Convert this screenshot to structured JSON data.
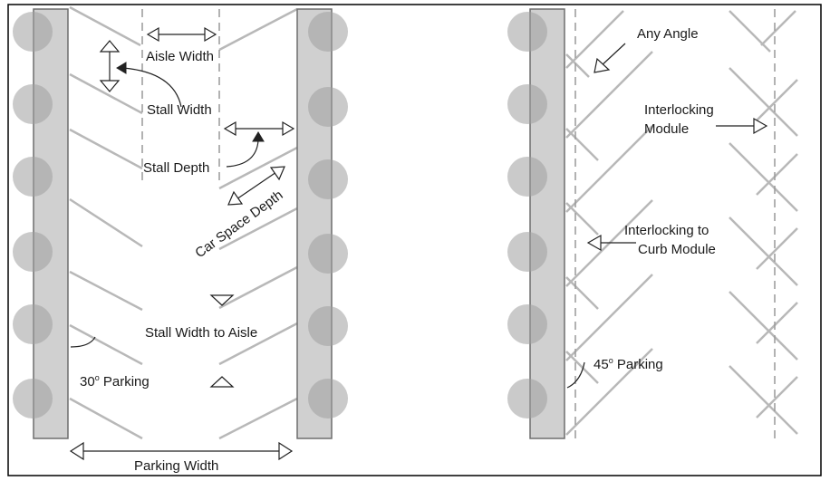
{
  "colors": {
    "frame": "#000000",
    "curb": "#d0d0d0",
    "stripe": "#b8b8b8",
    "bollard": "#9e9e9e"
  },
  "left_diagram": {
    "aisle_width": "Aisle Width",
    "stall_width": "Stall Width",
    "stall_depth": "Stall Depth",
    "car_space_depth": "Car Space Depth",
    "stall_width_to_aisle": "Stall Width to Aisle",
    "parking_angle": "30",
    "parking_angle_sup": "o",
    "parking_suffix": " Parking",
    "parking_width": "Parking Width"
  },
  "right_diagram": {
    "any_angle": "Any Angle",
    "interlocking_module_line1": "Interlocking",
    "interlocking_module_line2": "Module",
    "curb_module_line1": "Interlocking to",
    "curb_module_line2": "Curb Module",
    "parking_angle": "45",
    "parking_angle_sup": "o",
    "parking_suffix": " Parking"
  }
}
